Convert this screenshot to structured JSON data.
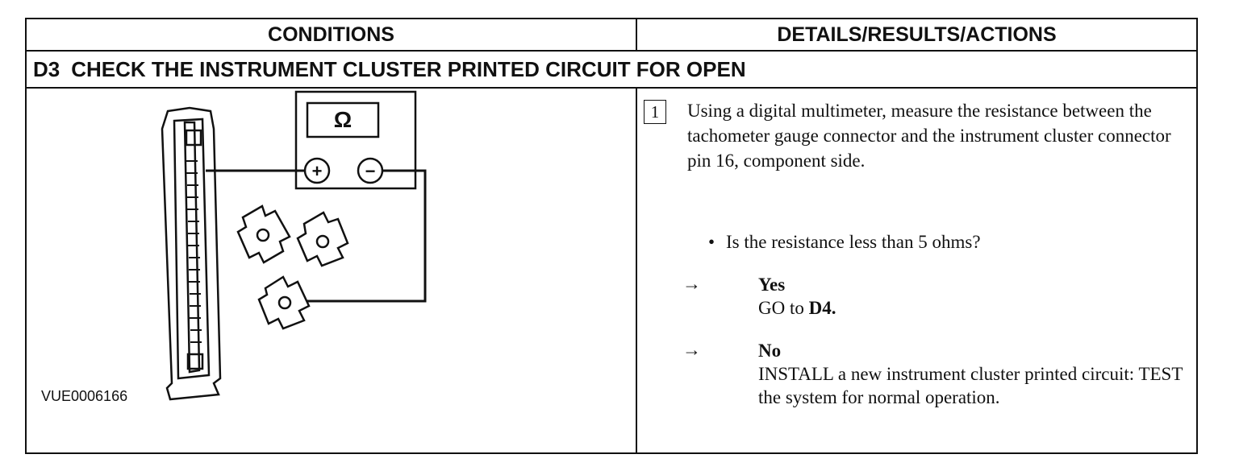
{
  "table": {
    "header_conditions": "CONDITIONS",
    "header_details": "DETAILS/RESULTS/ACTIONS",
    "step_id": "D3",
    "step_title": "CHECK THE INSTRUMENT CLUSTER PRINTED CIRCUIT FOR OPEN"
  },
  "figure": {
    "label": "VUE0006166",
    "meter_symbol": "Ω",
    "plus_symbol": "+",
    "minus_symbol": "−"
  },
  "details": {
    "step_number": "1",
    "instruction": "Using a digital multimeter, measure the resistance between the tachometer gauge connector and the instrument cluster connector pin 16, component side.",
    "question": "Is the resistance less than 5 ohms?",
    "yes_label": "Yes",
    "yes_action_prefix": "GO to ",
    "yes_action_target": "D4.",
    "no_label": "No",
    "no_action": "INSTALL a new instrument cluster printed circuit: TEST the system for normal operation."
  }
}
